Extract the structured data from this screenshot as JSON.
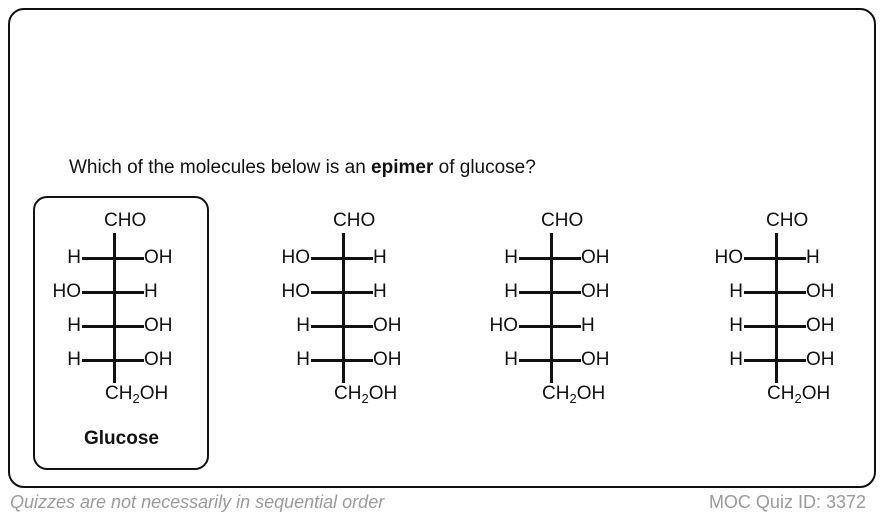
{
  "question": {
    "prefix": "Which of the molecules below is an ",
    "emphasis": "epimer",
    "suffix": " of glucose?"
  },
  "molecules": [
    {
      "top": "CHO",
      "rows": [
        [
          "H",
          "OH"
        ],
        [
          "HO",
          "H"
        ],
        [
          "H",
          "OH"
        ],
        [
          "H",
          "OH"
        ]
      ],
      "bottom": [
        "CH",
        "2",
        "OH"
      ],
      "label": "Glucose"
    },
    {
      "top": "CHO",
      "rows": [
        [
          "HO",
          "H"
        ],
        [
          "HO",
          "H"
        ],
        [
          "H",
          "OH"
        ],
        [
          "H",
          "OH"
        ]
      ],
      "bottom": [
        "CH",
        "2",
        "OH"
      ]
    },
    {
      "top": "CHO",
      "rows": [
        [
          "H",
          "OH"
        ],
        [
          "H",
          "OH"
        ],
        [
          "HO",
          "H"
        ],
        [
          "H",
          "OH"
        ]
      ],
      "bottom": [
        "CH",
        "2",
        "OH"
      ]
    },
    {
      "top": "CHO",
      "rows": [
        [
          "HO",
          "H"
        ],
        [
          "H",
          "OH"
        ],
        [
          "H",
          "OH"
        ],
        [
          "H",
          "OH"
        ]
      ],
      "bottom": [
        "CH",
        "2",
        "OH"
      ]
    }
  ],
  "footer": {
    "note": "Quizzes are not necessarily in sequential order",
    "quiz_id": "MOC Quiz ID: 3372"
  }
}
